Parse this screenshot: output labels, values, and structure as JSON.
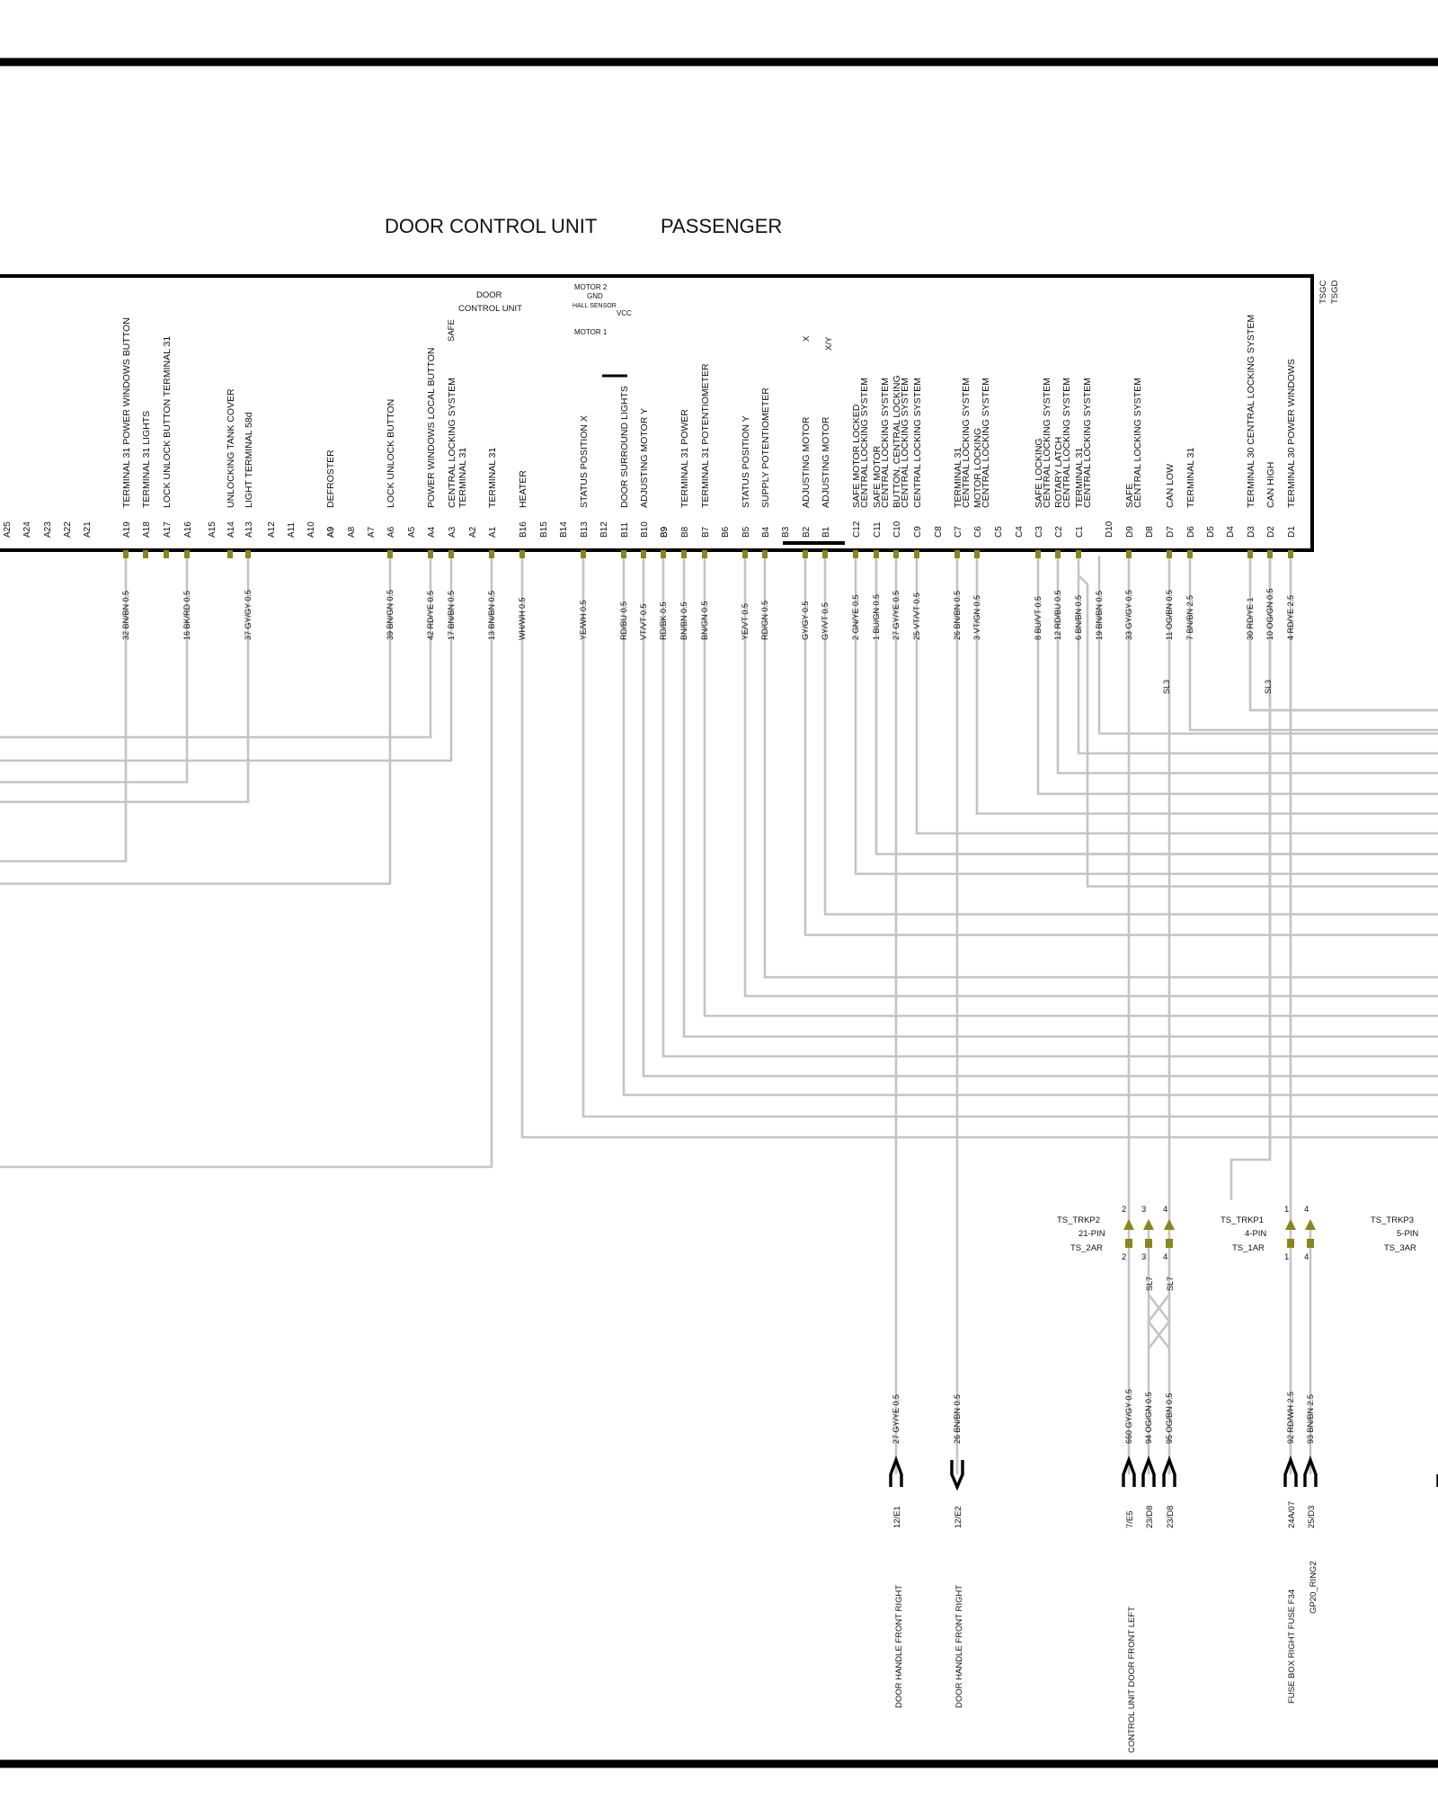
{
  "header": {
    "title_left": "DOOR CONTROL UNIT",
    "title_right": "PASSENGER",
    "corner_labels": [
      "TSGC",
      "TSGD"
    ]
  },
  "internal": {
    "door_control_unit": [
      "DOOR",
      "CONTROL UNIT"
    ],
    "motor2": "MOTOR 2",
    "gnd": "GND",
    "hall_sensor": "HALL SENSOR",
    "vcc": "VCC",
    "motor1": "MOTOR 1",
    "x": "X",
    "xy": "X/Y",
    "safe": "SAFE"
  },
  "pins_plain": [
    "A25",
    "A24",
    "A23",
    "A22",
    "A21",
    "A15",
    "A12",
    "A11",
    "A10",
    "A9",
    "A8",
    "A7",
    "A5",
    "A2",
    "B15",
    "B14",
    "B12",
    "B9",
    "B6",
    "B3",
    "C8",
    "C5",
    "C4",
    "D10",
    "D8",
    "D5",
    "D4"
  ],
  "pins": [
    {
      "pin": "A19",
      "func": "TERMINAL 31  POWER WINDOWS BUTTON",
      "wire": "32 BN/BN 0.5"
    },
    {
      "pin": "A18",
      "func": "TERMINAL 31  LIGHTS",
      "wire": ""
    },
    {
      "pin": "A17",
      "func": "LOCK  UNLOCK  BUTTON  TERMINAL 31",
      "wire": ""
    },
    {
      "pin": "A16",
      "func": "",
      "wire": "16 BK/RD 0.5"
    },
    {
      "pin": "A14",
      "func": "UNLOCKING   TANK COVER",
      "wire": ""
    },
    {
      "pin": "A13",
      "func": "LIGHT    TERMINAL 58d",
      "wire": "37 GY/GY 0.5"
    },
    {
      "pin": "A9",
      "func": "DEFROSTER",
      "wire": ""
    },
    {
      "pin": "A6",
      "func": "LOCK  UNLOCK  BUTTON",
      "wire": "39 BN/GN 0.5"
    },
    {
      "pin": "A4",
      "func": "POWER WINDOWS LOCAL  BUTTON",
      "wire": "42 RD/YE 0.5"
    },
    {
      "pin": "A3",
      "func": "CENTRAL LOCKING SYSTEM",
      "wire": "17 BN/BN 0.5"
    },
    {
      "pin": "A3b",
      "func": "TERMINAL 31",
      "wire": ""
    },
    {
      "pin": "A1",
      "func": "TERMINAL 31",
      "wire": "13 BN/BN 0.5"
    },
    {
      "pin": "B16",
      "func": "HEATER",
      "wire": "WH/WH 0.5"
    },
    {
      "pin": "B13",
      "func": "STATUS   POSITION     X",
      "wire": "YE/WH 0.5"
    },
    {
      "pin": "B11",
      "func": "DOOR SURROUND LIGHTS",
      "wire": "RD/BU 0.5"
    },
    {
      "pin": "B10",
      "func": "ADJUSTING   MOTOR    Y",
      "wire": "VT/VT 0.5"
    },
    {
      "pin": "B9",
      "func": "",
      "wire": "RD/BK 0.5"
    },
    {
      "pin": "B8",
      "func": "TERMINAL 31    POWER",
      "wire": "BN/BN 0.5"
    },
    {
      "pin": "B7",
      "func": "TERMINAL 31    POTENTIOMETER",
      "wire": "BN/GN 0.5"
    },
    {
      "pin": "B5",
      "func": "STATUS   POSITION     Y",
      "wire": "YE/VT 0.5"
    },
    {
      "pin": "B4",
      "func": "SUPPLY     POTENTIOMETER",
      "wire": "RD/GN 0.5"
    },
    {
      "pin": "B2",
      "func": "ADJUSTING       MOTOR",
      "wire": "GY/GY 0.5"
    },
    {
      "pin": "B1",
      "func": "ADJUSTING       MOTOR",
      "wire": "GY/VT 0.5"
    },
    {
      "pin": "C12",
      "func": "CENTRAL LOCKING SYSTEM / SAFE MOTOR LOCKED",
      "wire": "2 GN/YE 0.5"
    },
    {
      "pin": "C11",
      "func": "CENTRAL LOCKING SYSTEM / SAFE MOTOR",
      "wire": "1 BU/GN 0.5"
    },
    {
      "pin": "C10",
      "func": "CENTRAL LOCKING SYSTEM / BUTTON, CENTRAL LOCKING",
      "wire": "27 GY/YE 0.5"
    },
    {
      "pin": "C9",
      "func": "CENTRAL LOCKING SYSTEM",
      "wire": "25 VT/VT 0.5"
    },
    {
      "pin": "C7",
      "func": "CENTRAL LOCKING SYSTEM / TERMINAL 31",
      "wire": "26 BN/BN 0.5"
    },
    {
      "pin": "C6",
      "func": "CENTRAL LOCKING SYSTEM / MOTOR LOCKING",
      "wire": "3 VT/GN 0.5"
    },
    {
      "pin": "C3",
      "func": "CENTRAL LOCKING SYSTEM / SAFE LOCKING",
      "wire": "8 BU/VT 0.5"
    },
    {
      "pin": "C2",
      "func": "CENTRAL LOCKING SYSTEM / ROTARY LATCH",
      "wire": "12 RD/BU 0.5"
    },
    {
      "pin": "C1",
      "func": "CENTRAL LOCKING SYSTEM / TERMINAL 31",
      "wire": "6 BN/BN 0.5"
    },
    {
      "pin": "C1b",
      "func": "",
      "wire": "19 BN/BN 0.5"
    },
    {
      "pin": "D9",
      "func": "CENTRAL LOCKING SYSTEM / SAFE",
      "wire": "33 GY/GY 0.5"
    },
    {
      "pin": "D7",
      "func": "CAN LOW",
      "wire": "11 OG/BN 0.5"
    },
    {
      "pin": "D6",
      "func": "TERMINAL 31",
      "wire": "7 BN/BN 2.5"
    },
    {
      "pin": "D3",
      "func": "TERMINAL 30   CENTRAL LOCKING SYSTEM",
      "wire": "30 RD/YE 1"
    },
    {
      "pin": "D2",
      "func": "CAN HIGH",
      "wire": "10 OG/GN 0.5"
    },
    {
      "pin": "D1",
      "func": "TERMINAL 30  POWER WINDOWS",
      "wire": "4 RD/YE 2.5"
    }
  ],
  "splice_labels": [
    "SL3",
    "SL3",
    "SL7",
    "SL7"
  ],
  "connectors": [
    {
      "name": "TS_TRKP2",
      "pins": "21-PIN",
      "mate": "TS_2AR",
      "numbers": [
        "2",
        "3",
        "4"
      ]
    },
    {
      "name": "TS_TRKP1",
      "pins": "4-PIN",
      "mate": "TS_1AR",
      "numbers": [
        "1",
        "4"
      ]
    },
    {
      "name": "TS_TRKP3",
      "pins": "5-PIN",
      "mate": "TS_3AR",
      "numbers": []
    }
  ],
  "lower_wires": [
    "27 GY/YE 0.5",
    "26 BN/BN 0.5",
    "660 GY/GY 0.5",
    "94 OG/GN 0.5",
    "95 OG/BN 0.5",
    "92 RD/WH 2.5",
    "93 BN/BN 2.5"
  ],
  "refs": [
    "12/E1",
    "12/E2",
    "7/E5",
    "23/D8",
    "23/D8",
    "24A/07",
    "25/D3"
  ],
  "destinations": [
    "DOOR HANDLE    FRONT RIGHT",
    "DOOR HANDLE    FRONT RIGHT",
    "CONTROL UNIT    DOOR    FRONT LEFT",
    "FUSE BOX      RIGHT    FUSE F34",
    "GP20_RING2"
  ]
}
